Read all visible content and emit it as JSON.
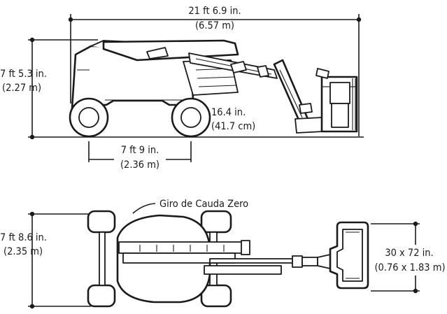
{
  "side_view": {
    "overall_length": {
      "line1": "21 ft 6.9 in.",
      "line2": "(6.57 m)"
    },
    "stowed_height": {
      "line1": "7 ft 5.3 in.",
      "line2": "(2.27 m)"
    },
    "ground_clearance": {
      "line1": "16.4 in.",
      "line2": "(41.7 cm)"
    },
    "wheelbase": {
      "line1": "7 ft 9 in.",
      "line2": "(2.36 m)"
    }
  },
  "top_view": {
    "callout": "Giro de Cauda Zero",
    "overall_width": {
      "line1": "7 ft 8.6 in.",
      "line2": "(2.35 m)"
    },
    "platform_size": {
      "line1": "30 x 72 in.",
      "line2": "(0.76 x 1.83 m)"
    }
  }
}
